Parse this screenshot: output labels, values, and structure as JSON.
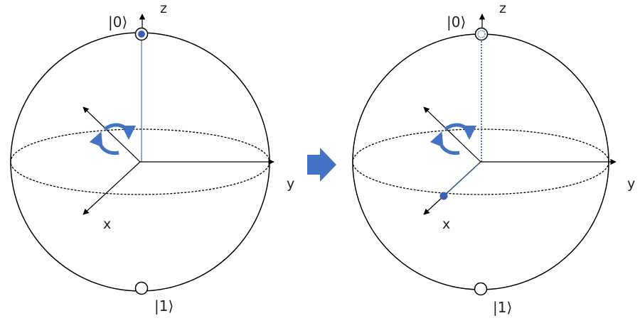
{
  "colors": {
    "outline": "#000000",
    "state": "#3a5fb0",
    "arrow": "#4472c4",
    "z_axis_line": "#2f5597"
  },
  "left_sphere": {
    "ket_top": "|0⟩",
    "ket_bottom": "|1⟩",
    "axis_z": "z",
    "axis_y": "y",
    "axis_x": "x"
  },
  "right_sphere": {
    "ket_top": "|0⟩",
    "ket_bottom": "|1⟩",
    "axis_z": "z",
    "axis_y": "y",
    "axis_x": "x"
  },
  "transition_icon": "right-arrow-icon",
  "rotation_icon": "rotation-arrows-icon"
}
